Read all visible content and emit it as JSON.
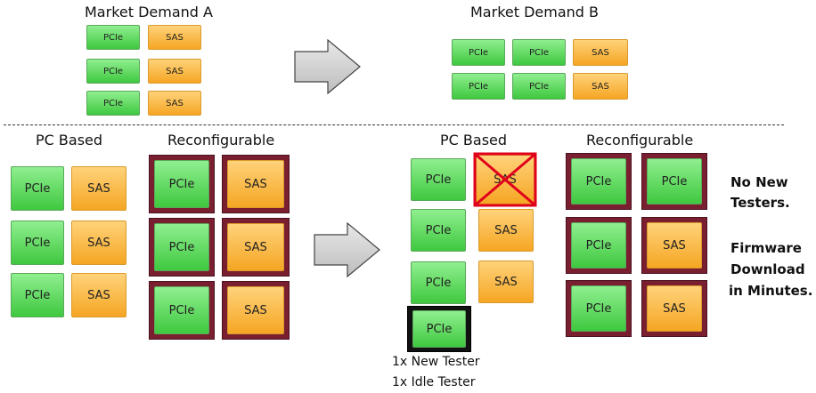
{
  "top": {
    "demand_a": "Market Demand A",
    "demand_b": "Market Demand B"
  },
  "bottom": {
    "pc_based_left": "PC Based",
    "reconfigurable_left": "Reconfigurable",
    "pc_based_right": "PC Based",
    "reconfigurable_right": "Reconfigurable"
  },
  "labels": {
    "pcie": "PCIe",
    "sas": "SAS"
  },
  "captions": {
    "new_tester": "1x New Tester",
    "idle_tester": "1x Idle Tester"
  },
  "notes": {
    "line1": "No New",
    "line2": "Testers.",
    "line3": "Firmware",
    "line4": "Download",
    "line5": "in Minutes."
  },
  "colors": {
    "pcie": "#3fc83f",
    "sas": "#f5a623",
    "frame": "#7a1f30",
    "cross": "#e0001b"
  }
}
